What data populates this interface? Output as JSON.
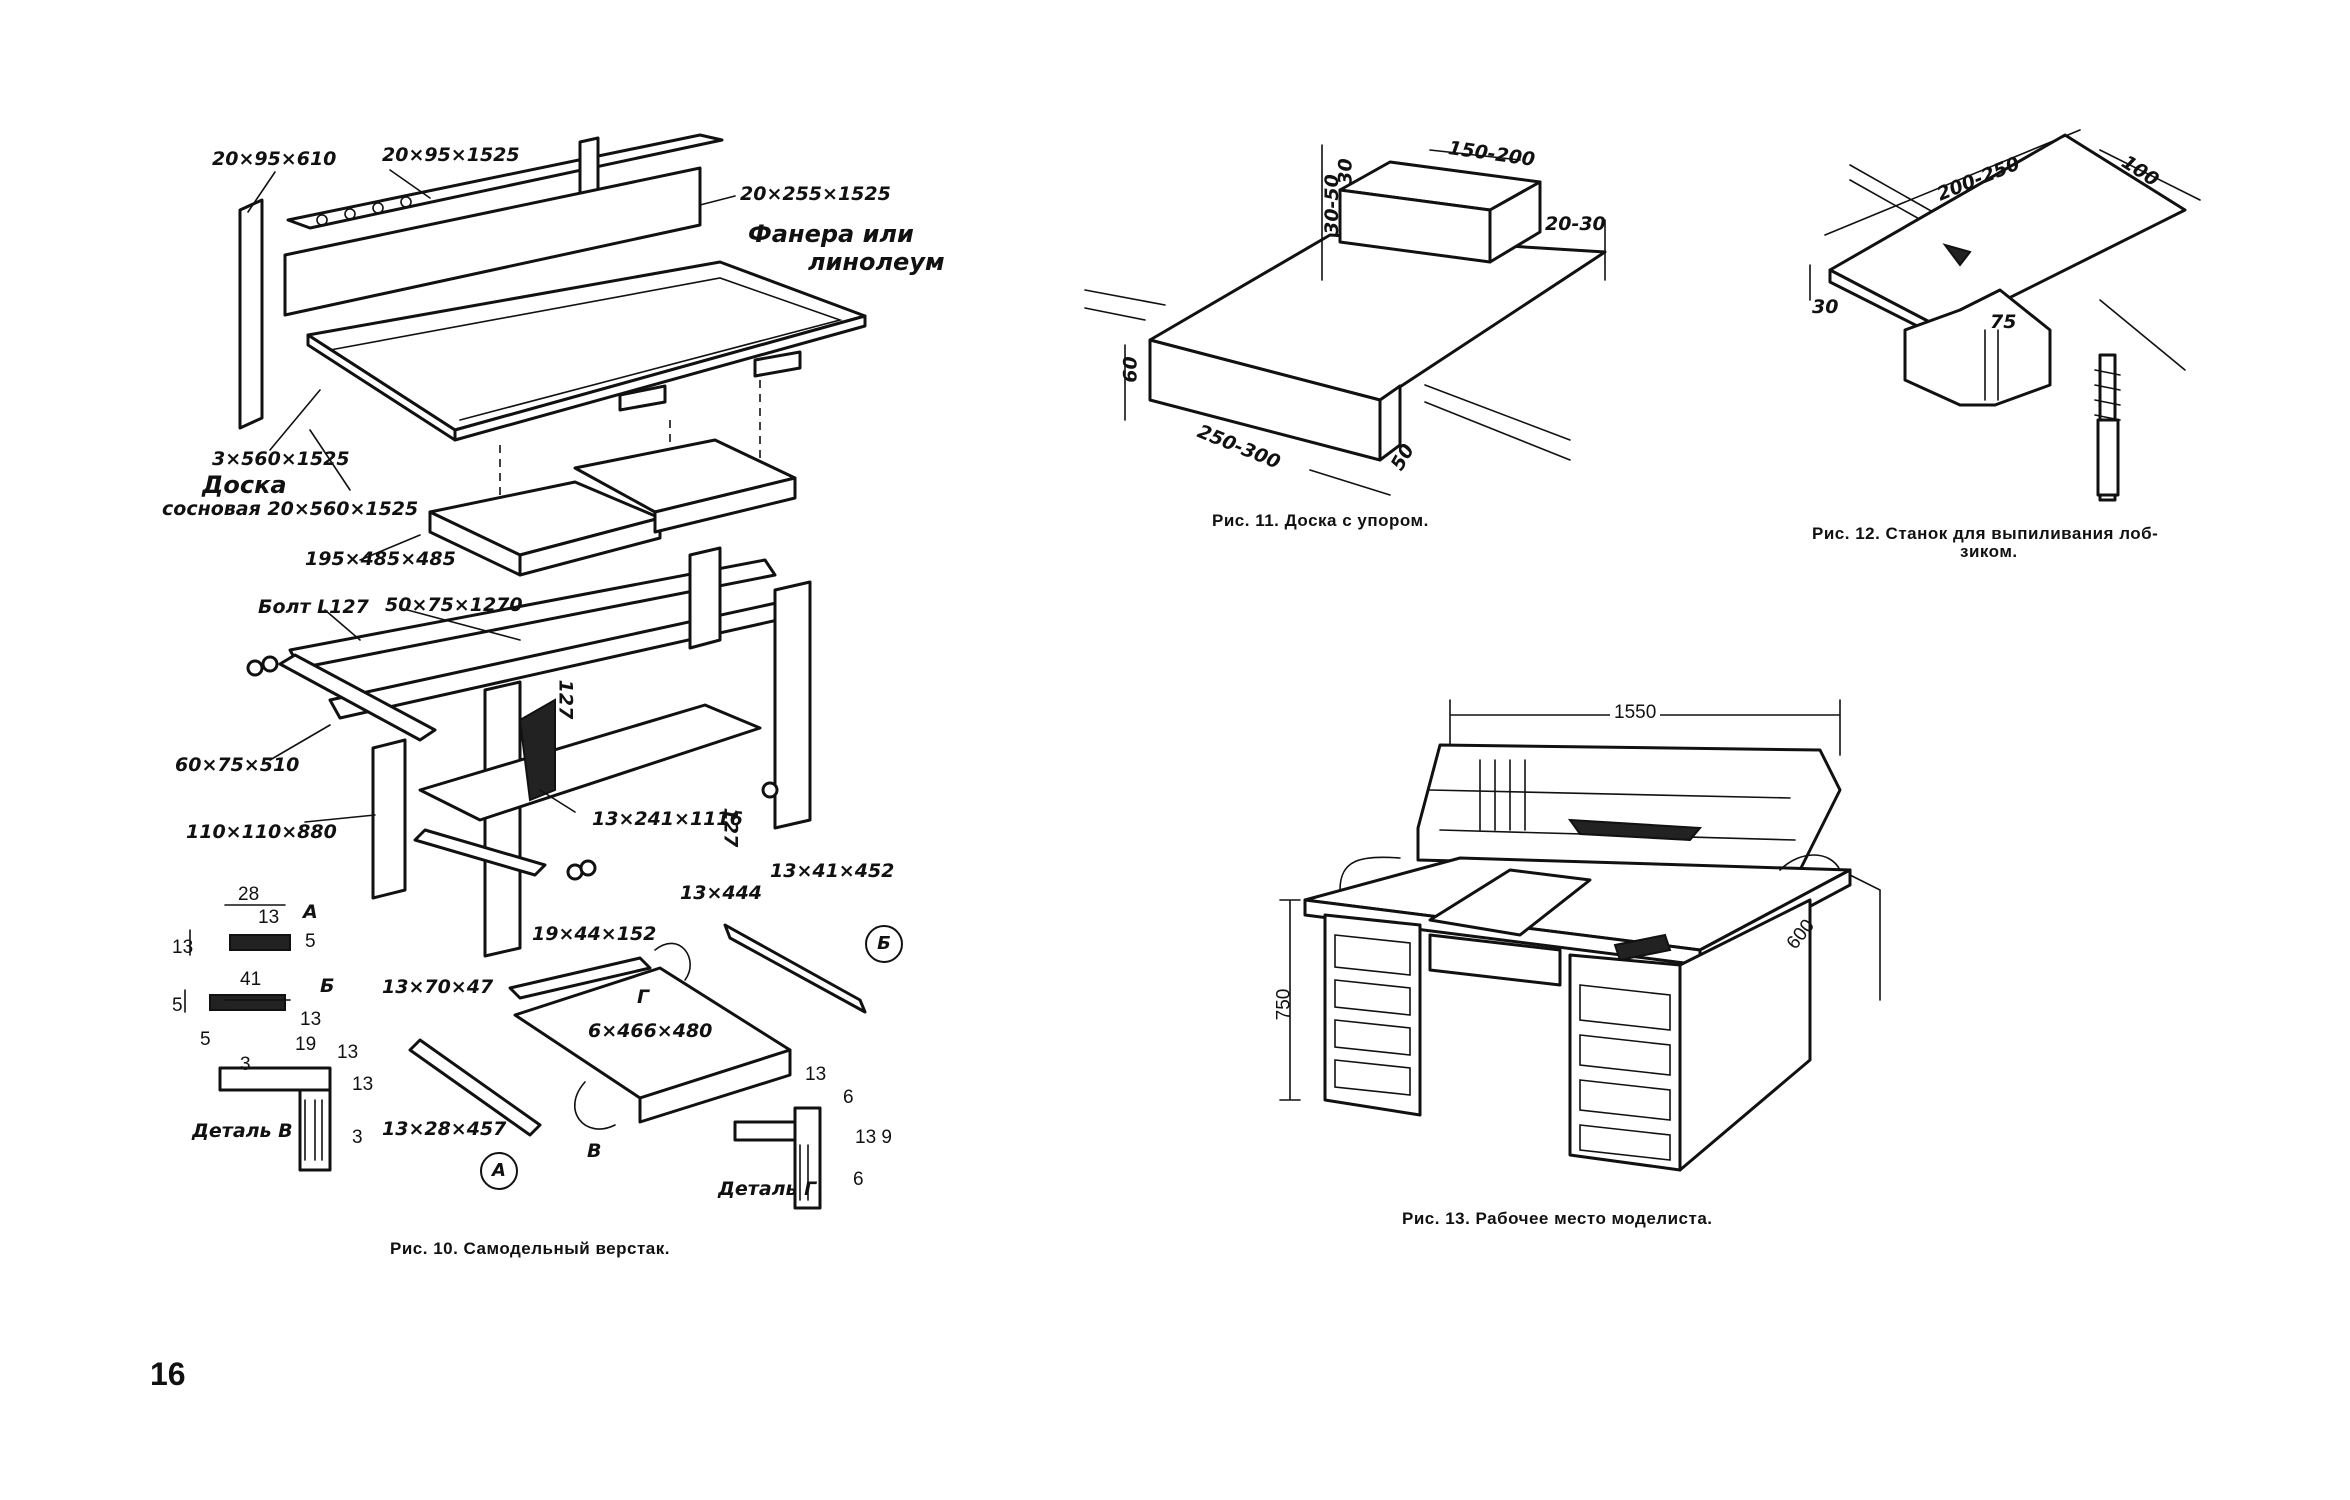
{
  "page": {
    "number": "16"
  },
  "figures": {
    "fig10": {
      "caption": "Рис. 10. Самодельный верстак.",
      "labels": {
        "back_top_left": "20×95×610",
        "back_top_right": "20×95×1525",
        "backboard": "20×255×1525",
        "surface_1": "Фанера или",
        "surface_2": "линолеум",
        "top_sheet": "3×560×1525",
        "board_1": "Доска",
        "board_2": "сосновая 20×560×1525",
        "drawer": "195×485×485",
        "bolt": "Болт L127",
        "rail": "50×75×1270",
        "dim_127_upper": "127",
        "dim_127_lower": "127",
        "cross_beam": "60×75×510",
        "leg": "110×110×880",
        "shelf": "13×241×1116",
        "slat": "19×44×152",
        "runner_top": "13×444",
        "runner_right": "13×41×452",
        "front_piece": "13×70×47",
        "bottom": "6×466×480",
        "side_rail": "13×28×457",
        "detail_v": "Деталь В",
        "detail_g": "Деталь Г",
        "section_a": "А",
        "section_b": "Б",
        "section_v": "В",
        "section_g": "Г",
        "dim_28": "28",
        "dim_13a": "13",
        "dim_13b": "13",
        "dim_5a": "5",
        "dim_41": "41",
        "dim_5b": "5",
        "dim_5c": "5",
        "dim_13c": "13",
        "dim_19": "19",
        "dim_13d": "13",
        "dim_3a": "3",
        "dim_13e": "13",
        "dim_3b": "3",
        "dim_13f": "13",
        "dim_6a": "6",
        "dim_13_9": "13 9",
        "dim_6b": "6"
      }
    },
    "fig11": {
      "caption": "Рис. 11. Доска с упором.",
      "labels": {
        "d_150_200": "150-200",
        "d_30": "30",
        "d_30_50": "30-50",
        "d_20_30": "20-30",
        "d_60": "60",
        "d_250_300": "250-300",
        "d_50": "50"
      }
    },
    "fig12": {
      "caption_1": "Рис. 12. Станок для выпиливания лоб-",
      "caption_2": "зиком.",
      "labels": {
        "d_200_250": "200-250",
        "d_100": "100",
        "d_30": "30",
        "d_75": "75"
      }
    },
    "fig13": {
      "caption": "Рис. 13. Рабочее место моделиста.",
      "labels": {
        "d_1550": "1550",
        "d_600": "600",
        "d_750": "750"
      }
    }
  }
}
